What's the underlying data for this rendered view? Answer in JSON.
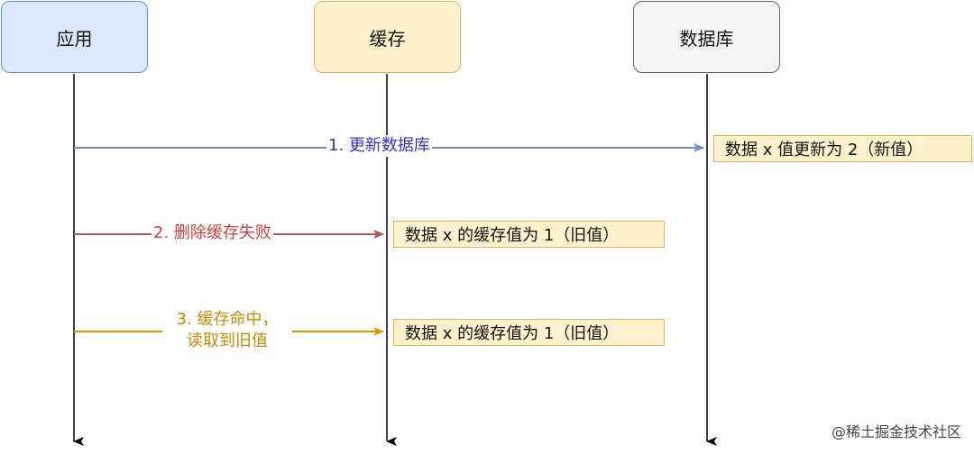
{
  "actors": {
    "app": "应用",
    "cache": "缓存",
    "database": "数据库"
  },
  "messages": {
    "step1": "1. 更新数据库",
    "step2": "2. 删除缓存失败",
    "step3_line1": "3. 缓存命中，",
    "step3_line2": "读取到旧值"
  },
  "notes": {
    "database": "数据 x 值更新为 2（新值）",
    "cache_after_delete_fail": "数据 x 的缓存值为 1（旧值）",
    "cache_on_read": "数据 x 的缓存值为 1（旧值）"
  },
  "watermark": "@稀土掘金技术社区",
  "colors": {
    "app_fill": "#dae8fc",
    "cache_fill": "#fff2cc",
    "database_fill": "#f5f5f5",
    "arrow_step1": "#6c8ebf",
    "arrow_step2": "#b85450",
    "arrow_step3": "#d79b00"
  }
}
